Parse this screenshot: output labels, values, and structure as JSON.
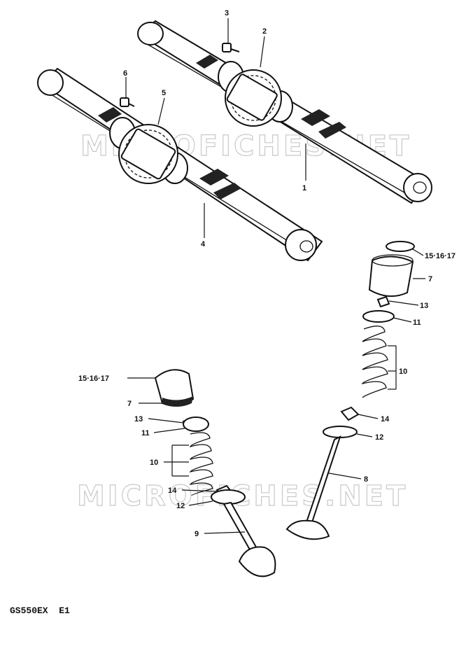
{
  "model_code": "GS550EX  E1",
  "watermarks": [
    "MICROFICHES.NET",
    "MICROFICHES.NET"
  ],
  "labels": {
    "p1": "1",
    "p2": "2",
    "p3": "3",
    "p4": "4",
    "p5": "5",
    "p6": "6",
    "p7a": "7",
    "p7b": "7",
    "p8": "8",
    "p9": "9",
    "p10a": "10",
    "p10b": "10",
    "p11a": "11",
    "p11b": "11",
    "p12a": "12",
    "p12b": "12",
    "p13a": "13",
    "p13b": "13",
    "p14a": "14",
    "p14b": "14",
    "p151617a": "15·16·17",
    "p151617b": "15·16·17"
  }
}
